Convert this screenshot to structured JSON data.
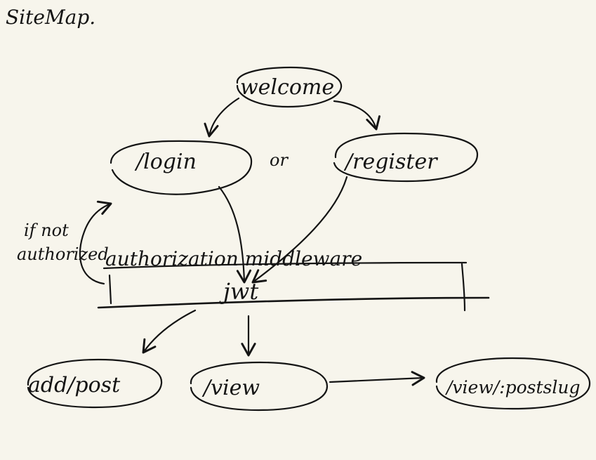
{
  "title": "SiteMap.",
  "nodes": {
    "welcome": "welcome",
    "login": "/login",
    "or": "or",
    "register": "/register",
    "add_post": "add/post",
    "view": "/view",
    "view_postslug": "/view/:postslug"
  },
  "middleware": {
    "label": "authorization middleware",
    "jwt": "jwt",
    "fallback_note_line1": "if not",
    "fallback_note_line2": "authorized"
  },
  "colors": {
    "background": "#f7f5ec",
    "ink": "#141414"
  }
}
